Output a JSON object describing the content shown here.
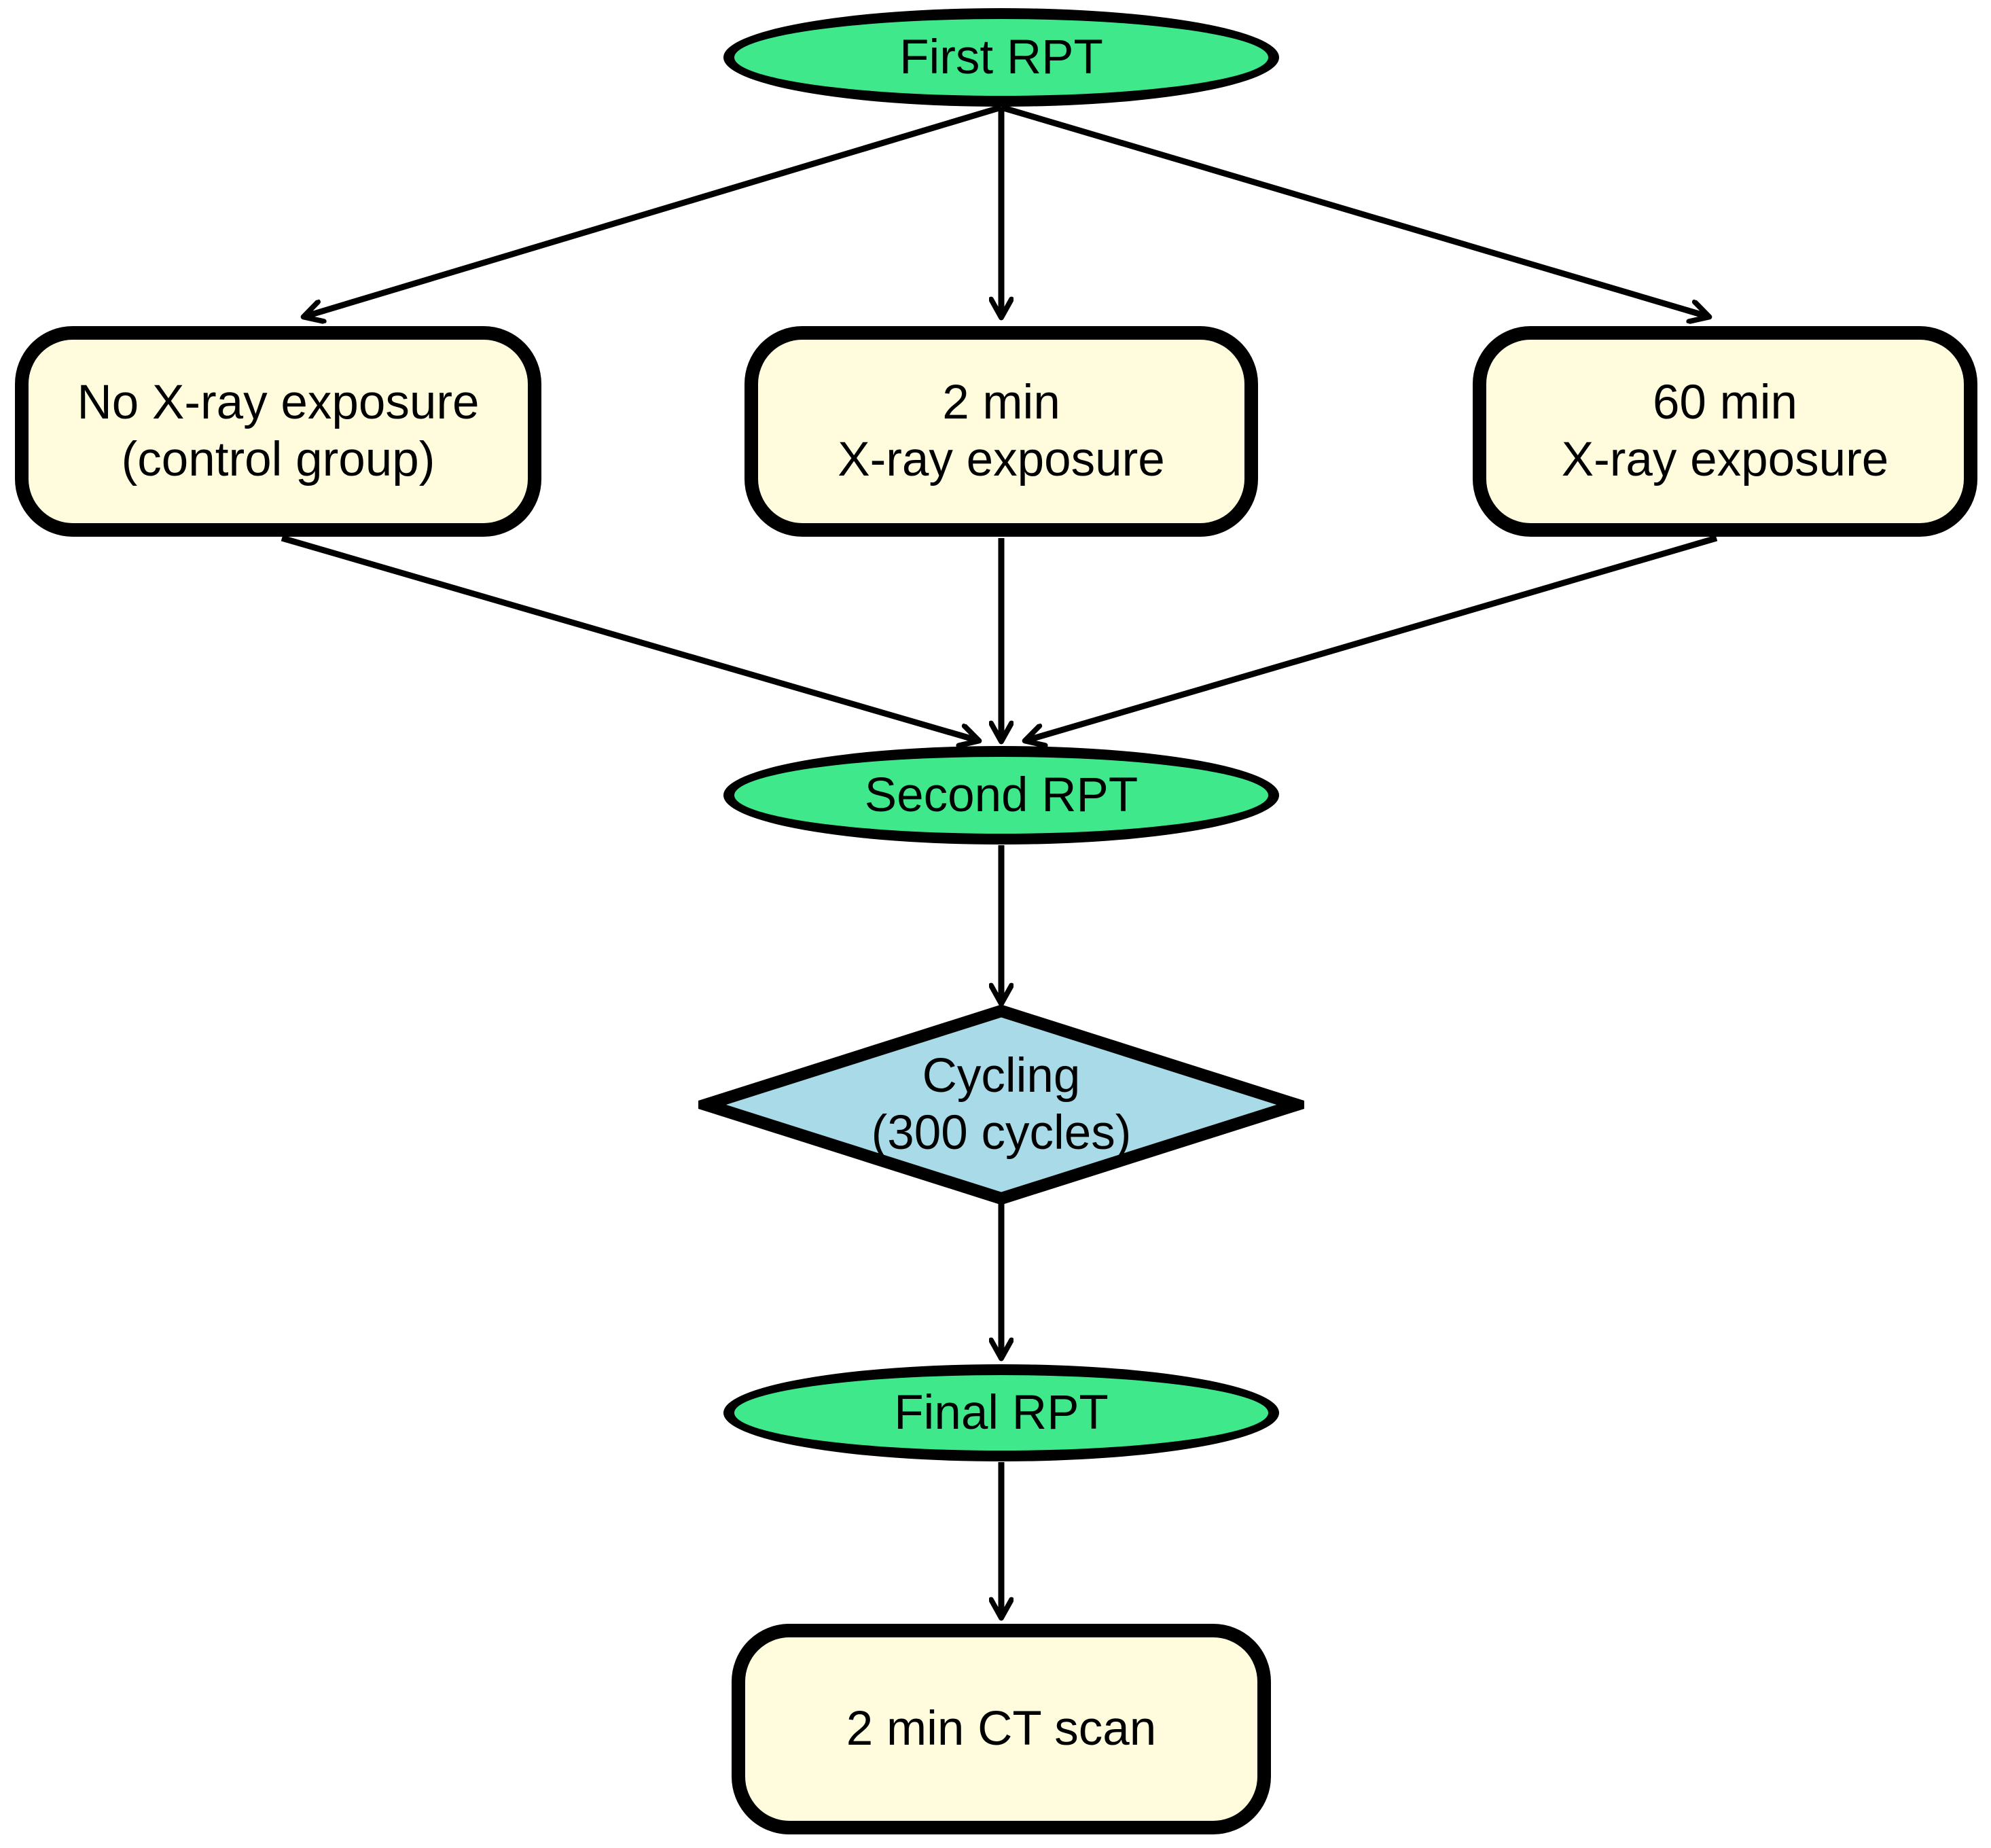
{
  "diagram": {
    "type": "flowchart",
    "colors": {
      "background": "#ffffff",
      "terminal_fill": "#3fe98b",
      "process_fill": "#fffcde",
      "decision_fill": "#a8dae8",
      "stroke": "#000000",
      "text": "#000000"
    },
    "nodes": {
      "first_rpt": {
        "shape": "ellipse",
        "label": "First RPT"
      },
      "no_xray": {
        "shape": "rounded-rect",
        "line1": "No X-ray exposure",
        "line2": "(control group)"
      },
      "xray_2min": {
        "shape": "rounded-rect",
        "line1": "2 min",
        "line2": "X-ray exposure"
      },
      "xray_60min": {
        "shape": "rounded-rect",
        "line1": "60 min",
        "line2": "X-ray exposure"
      },
      "second_rpt": {
        "shape": "ellipse",
        "label": "Second RPT"
      },
      "cycling": {
        "shape": "diamond",
        "line1": "Cycling",
        "line2": "(300 cycles)"
      },
      "final_rpt": {
        "shape": "ellipse",
        "label": "Final RPT"
      },
      "ct_scan": {
        "shape": "rounded-rect",
        "label": "2 min CT scan"
      }
    },
    "edges": [
      {
        "from": "first_rpt",
        "to": "no_xray"
      },
      {
        "from": "first_rpt",
        "to": "xray_2min"
      },
      {
        "from": "first_rpt",
        "to": "xray_60min"
      },
      {
        "from": "no_xray",
        "to": "second_rpt"
      },
      {
        "from": "xray_2min",
        "to": "second_rpt"
      },
      {
        "from": "xray_60min",
        "to": "second_rpt"
      },
      {
        "from": "second_rpt",
        "to": "cycling"
      },
      {
        "from": "cycling",
        "to": "final_rpt"
      },
      {
        "from": "final_rpt",
        "to": "ct_scan"
      }
    ]
  }
}
